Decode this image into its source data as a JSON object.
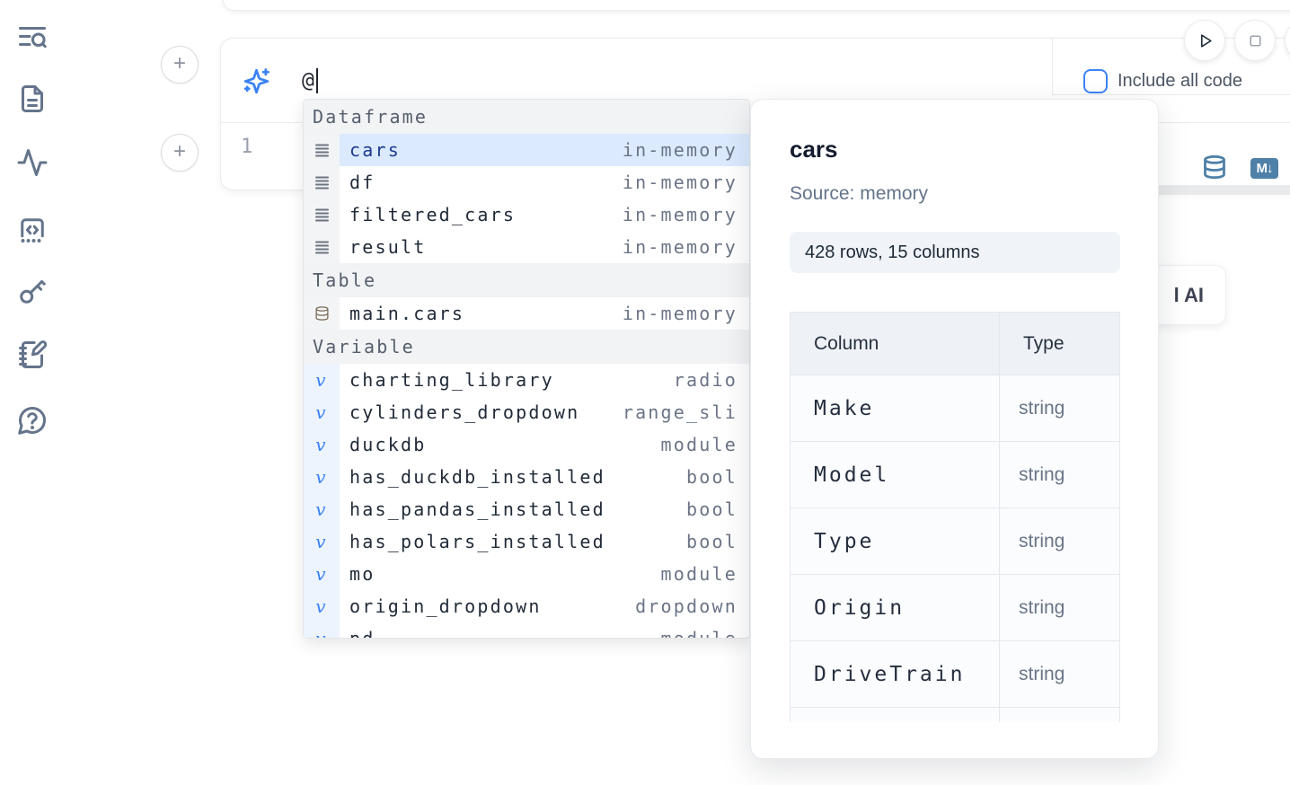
{
  "sidebar": {
    "icons": [
      {
        "name": "toc-search-icon"
      },
      {
        "name": "file-icon"
      },
      {
        "name": "activity-icon"
      },
      {
        "name": "snippets-code-icon"
      },
      {
        "name": "key-icon"
      },
      {
        "name": "scratchpad-notebook-icon"
      },
      {
        "name": "help-chat-icon"
      }
    ]
  },
  "run_controls": {
    "play_icon": "play-icon",
    "stop_icon": "stop-icon"
  },
  "cell": {
    "ai_prompt_value": "@",
    "sparkle_icon": "sparkles-ai-icon",
    "line_number": "1",
    "include_all_code_label": "Include all code",
    "sql_toggle_icon": "database-icon",
    "markdown_toggle_label": "M↓",
    "add_cell_button": "+"
  },
  "ai_button": {
    "visible_label_fragment": "l AI"
  },
  "autocomplete": {
    "sections": [
      {
        "label": "Dataframe",
        "icon": "rows-icon",
        "items": [
          {
            "name": "cars",
            "type": "in-memory",
            "selected": true
          },
          {
            "name": "df",
            "type": "in-memory"
          },
          {
            "name": "filtered_cars",
            "type": "in-memory"
          },
          {
            "name": "result",
            "type": "in-memory"
          }
        ]
      },
      {
        "label": "Table",
        "icon": "database-icon",
        "items": [
          {
            "name": "main.cars",
            "type": "in-memory"
          }
        ]
      },
      {
        "label": "Variable",
        "icon": "variable-icon",
        "items": [
          {
            "name": "charting_library",
            "type": "radio"
          },
          {
            "name": "cylinders_dropdown",
            "type": "range_sli"
          },
          {
            "name": "duckdb",
            "type": "module"
          },
          {
            "name": "has_duckdb_installed",
            "type": "bool"
          },
          {
            "name": "has_pandas_installed",
            "type": "bool"
          },
          {
            "name": "has_polars_installed",
            "type": "bool"
          },
          {
            "name": "mo",
            "type": "module"
          },
          {
            "name": "origin_dropdown",
            "type": "dropdown"
          },
          {
            "name": "pd",
            "type": "module"
          }
        ]
      }
    ]
  },
  "preview": {
    "title": "cars",
    "source": "Source: memory",
    "shape": "428 rows, 15 columns",
    "table": {
      "headers": [
        "Column",
        "Type"
      ],
      "rows": [
        [
          "Make",
          "string"
        ],
        [
          "Model",
          "string"
        ],
        [
          "Type",
          "string"
        ],
        [
          "Origin",
          "string"
        ],
        [
          "DriveTrain",
          "string"
        ],
        [
          "",
          ""
        ]
      ]
    }
  },
  "colors": {
    "accent_blue": "#3b82f6",
    "selection_bg": "#dbeafe",
    "steel_blue": "#4e80a8",
    "table_icon_brown": "#7a6c58",
    "sidebar_icon": "#64748b"
  }
}
